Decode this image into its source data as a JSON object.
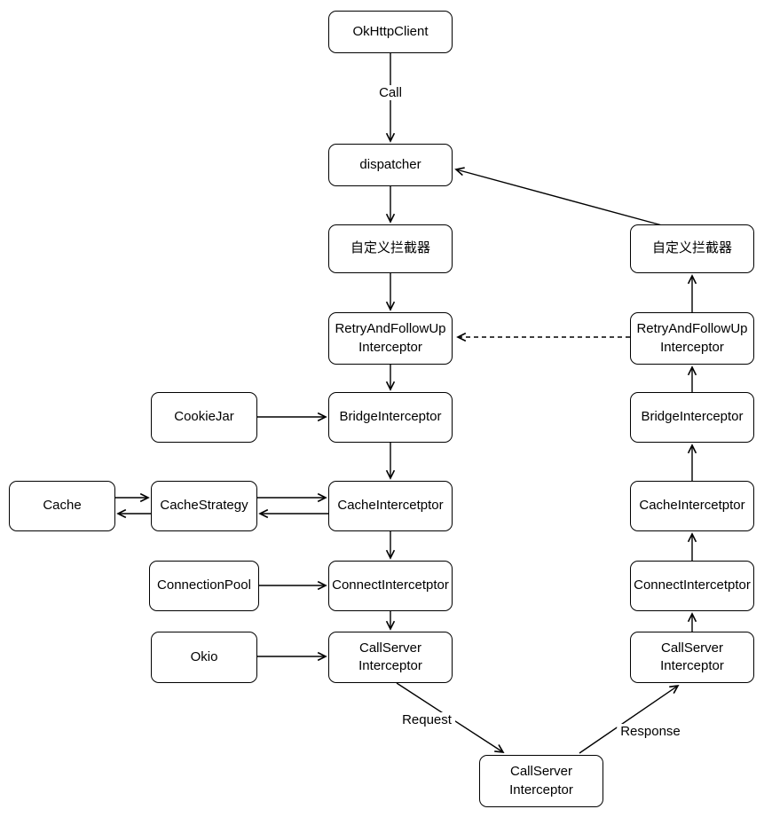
{
  "diagram": {
    "type": "flowchart",
    "nodes": [
      {
        "id": "okhttpclient",
        "label": "OkHttpClient"
      },
      {
        "id": "dispatcher",
        "label": "dispatcher"
      },
      {
        "id": "custom-interceptor-left",
        "label": "自定义拦截器"
      },
      {
        "id": "retry-interceptor-left",
        "label": "RetryAndFollowUp Interceptor"
      },
      {
        "id": "cookiejar",
        "label": "CookieJar"
      },
      {
        "id": "bridge-interceptor-left",
        "label": "BridgeInterceptor"
      },
      {
        "id": "cache",
        "label": "Cache"
      },
      {
        "id": "cache-strategy",
        "label": "CacheStrategy"
      },
      {
        "id": "cache-interceptor-left",
        "label": "CacheIntercetptor"
      },
      {
        "id": "connection-pool",
        "label": "ConnectionPool"
      },
      {
        "id": "connect-interceptor-left",
        "label": "ConnectIntercetptor"
      },
      {
        "id": "okio",
        "label": "Okio"
      },
      {
        "id": "callserver-interceptor-left",
        "label": "CallServer Interceptor"
      },
      {
        "id": "callserver-interceptor-bottom",
        "label": "CallServer Interceptor"
      },
      {
        "id": "custom-interceptor-right",
        "label": "自定义拦截器"
      },
      {
        "id": "retry-interceptor-right",
        "label": "RetryAndFollowUp Interceptor"
      },
      {
        "id": "bridge-interceptor-right",
        "label": "BridgeInterceptor"
      },
      {
        "id": "cache-interceptor-right",
        "label": "CacheIntercetptor"
      },
      {
        "id": "connect-interceptor-right",
        "label": "ConnectIntercetptor"
      },
      {
        "id": "callserver-interceptor-right",
        "label": "CallServer Interceptor"
      }
    ],
    "edge_labels": {
      "call": "Call",
      "request": "Request",
      "response": "Response"
    },
    "edges": [
      {
        "from": "okhttpclient",
        "to": "dispatcher",
        "label": "Call",
        "style": "solid"
      },
      {
        "from": "dispatcher",
        "to": "custom-interceptor-left",
        "style": "solid"
      },
      {
        "from": "custom-interceptor-left",
        "to": "retry-interceptor-left",
        "style": "solid"
      },
      {
        "from": "retry-interceptor-left",
        "to": "bridge-interceptor-left",
        "style": "solid"
      },
      {
        "from": "cookiejar",
        "to": "bridge-interceptor-left",
        "style": "solid"
      },
      {
        "from": "bridge-interceptor-left",
        "to": "cache-interceptor-left",
        "style": "solid"
      },
      {
        "from": "cache",
        "to": "cache-strategy",
        "style": "solid"
      },
      {
        "from": "cache-strategy",
        "to": "cache",
        "style": "solid"
      },
      {
        "from": "cache-strategy",
        "to": "cache-interceptor-left",
        "style": "solid"
      },
      {
        "from": "cache-interceptor-left",
        "to": "cache-strategy",
        "style": "solid"
      },
      {
        "from": "cache-interceptor-left",
        "to": "connect-interceptor-left",
        "style": "solid"
      },
      {
        "from": "connection-pool",
        "to": "connect-interceptor-left",
        "style": "solid"
      },
      {
        "from": "connect-interceptor-left",
        "to": "callserver-interceptor-left",
        "style": "solid"
      },
      {
        "from": "okio",
        "to": "callserver-interceptor-left",
        "style": "solid"
      },
      {
        "from": "callserver-interceptor-left",
        "to": "callserver-interceptor-bottom",
        "label": "Request",
        "style": "solid"
      },
      {
        "from": "callserver-interceptor-bottom",
        "to": "callserver-interceptor-right",
        "label": "Response",
        "style": "solid"
      },
      {
        "from": "callserver-interceptor-right",
        "to": "connect-interceptor-right",
        "style": "solid"
      },
      {
        "from": "connect-interceptor-right",
        "to": "cache-interceptor-right",
        "style": "solid"
      },
      {
        "from": "cache-interceptor-right",
        "to": "bridge-interceptor-right",
        "style": "solid"
      },
      {
        "from": "bridge-interceptor-right",
        "to": "retry-interceptor-right",
        "style": "solid"
      },
      {
        "from": "retry-interceptor-right",
        "to": "custom-interceptor-right",
        "style": "solid"
      },
      {
        "from": "custom-interceptor-right",
        "to": "dispatcher",
        "style": "solid"
      },
      {
        "from": "retry-interceptor-right",
        "to": "retry-interceptor-left",
        "style": "dashed"
      }
    ],
    "colors": {
      "stroke": "#000000",
      "fill": "#ffffff",
      "text": "#000000"
    }
  }
}
